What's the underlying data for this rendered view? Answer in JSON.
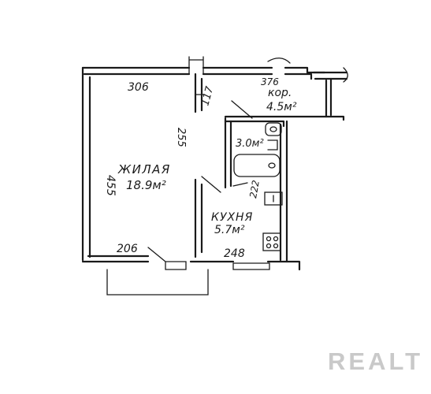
{
  "watermark": "REALT",
  "rooms": {
    "living": {
      "name": "ЖИЛАЯ",
      "area": "18.9м²"
    },
    "corridor": {
      "name": "кор.",
      "area": "4.5м²"
    },
    "kitchen": {
      "name": "КУХНЯ",
      "area": "5.7м²"
    },
    "bathroom": {
      "area": "3.0м²"
    }
  },
  "dimensions": {
    "living_top": "306",
    "living_bottom": "206",
    "living_left": "455",
    "living_right": "255",
    "corridor_top": "376",
    "closet": "117",
    "kitchen_bottom": "248",
    "kitchen_side": "222"
  }
}
